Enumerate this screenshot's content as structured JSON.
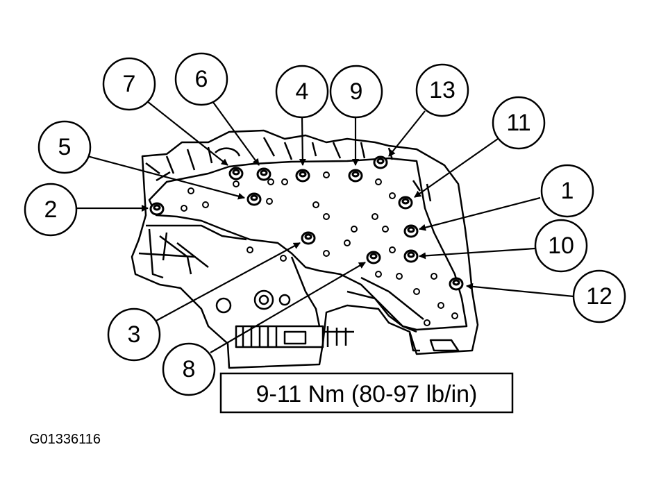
{
  "spec_label": "9-11 Nm (80-97 lb/in)",
  "figure_id": "G01336116",
  "callouts": [
    {
      "label": "1"
    },
    {
      "label": "2"
    },
    {
      "label": "3"
    },
    {
      "label": "4"
    },
    {
      "label": "5"
    },
    {
      "label": "6"
    },
    {
      "label": "7"
    },
    {
      "label": "8"
    },
    {
      "label": "9"
    },
    {
      "label": "10"
    },
    {
      "label": "11"
    },
    {
      "label": "12"
    },
    {
      "label": "13"
    }
  ]
}
